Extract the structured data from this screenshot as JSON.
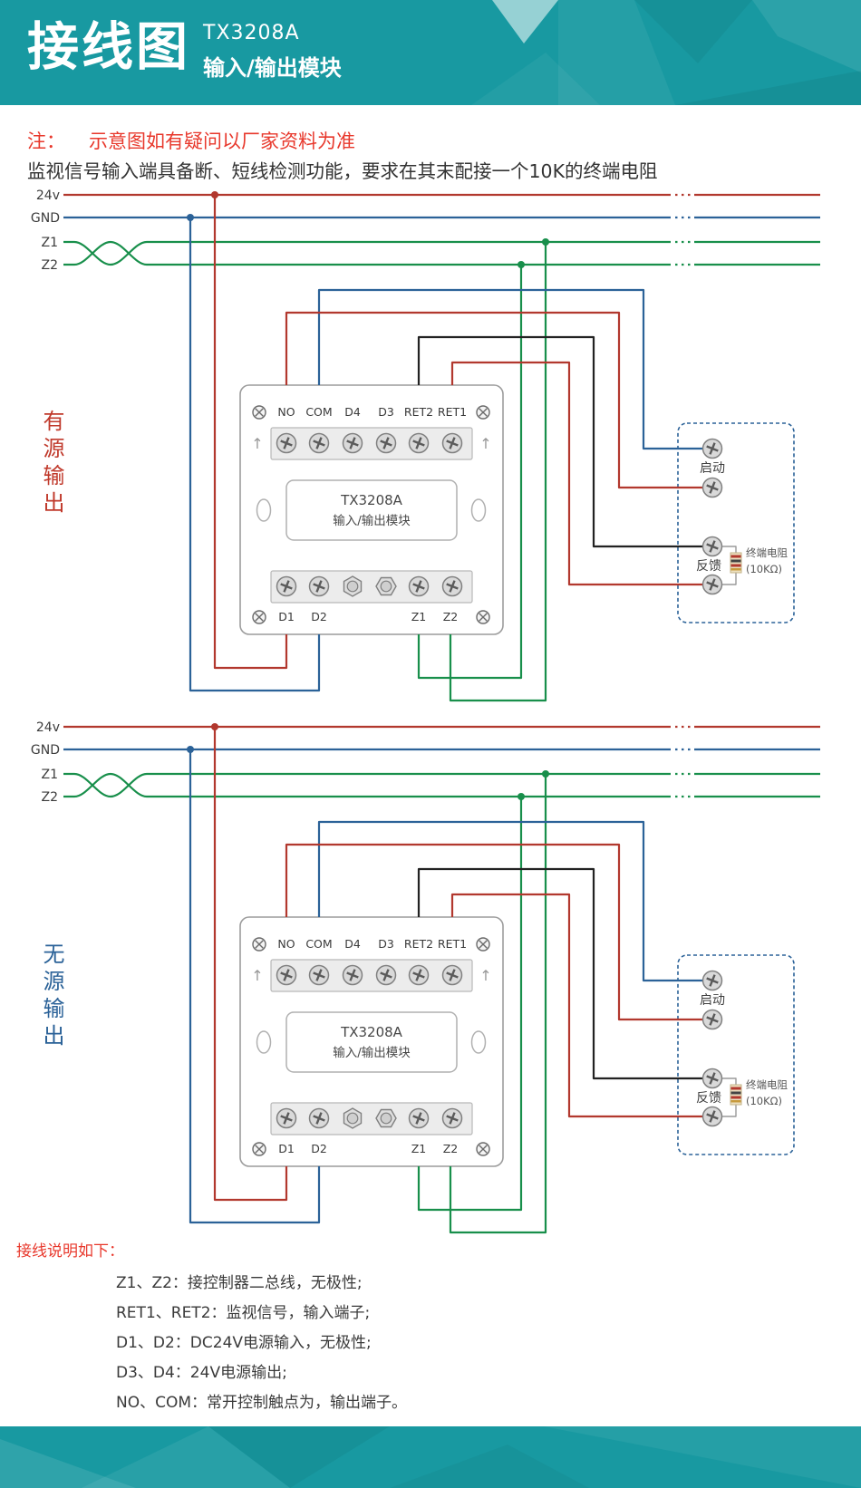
{
  "header": {
    "title": "接线图",
    "model": "TX3208A",
    "subtitle": "输入/输出模块"
  },
  "notes": {
    "prefix": "注：",
    "warning": "示意图如有疑问以厂家资料为准",
    "detail": "监视信号输入端具备断、短线检测功能，要求在其末配接一个10K的终端电阻"
  },
  "bus": {
    "labels": [
      "24v",
      "GND",
      "Z1",
      "Z2"
    ]
  },
  "sections": [
    {
      "label": "有源输出",
      "label_color": "#c0392b"
    },
    {
      "label": "无源输出",
      "label_color": "#2b6298"
    }
  ],
  "module": {
    "title_line1": "TX3208A",
    "title_line2": "输入/输出模块",
    "top_terminals": [
      "NO",
      "COM",
      "D4",
      "D3",
      "RET2",
      "RET1"
    ],
    "bottom_terminals": [
      "D1",
      "D2",
      "Z1",
      "Z2"
    ]
  },
  "device_box": {
    "start_label": "启动",
    "feedback_label": "反馈",
    "resistor_label": "终端电阻",
    "resistor_value": "(10KΩ)"
  },
  "icons": {
    "up_arrow": "↑"
  },
  "legend": {
    "title": "接线说明如下：",
    "items": [
      "Z1、Z2：接控制器二总线，无极性;",
      "RET1、RET2：监视信号，输入端子;",
      "D1、D2：DC24V电源输入，无极性;",
      "D3、D4：24V电源输出;",
      "NO、COM：常开控制触点为，输出端子。"
    ]
  },
  "colors": {
    "header_teal": "#1899a1",
    "note_red": "#e8382c",
    "wire_red": "#b2382e",
    "wire_blue": "#2b6298",
    "wire_green": "#188f4b",
    "wire_black": "#222222",
    "active_label": "#c0392b",
    "passive_label": "#2b6298",
    "device_box_dash": "#2b6298"
  }
}
